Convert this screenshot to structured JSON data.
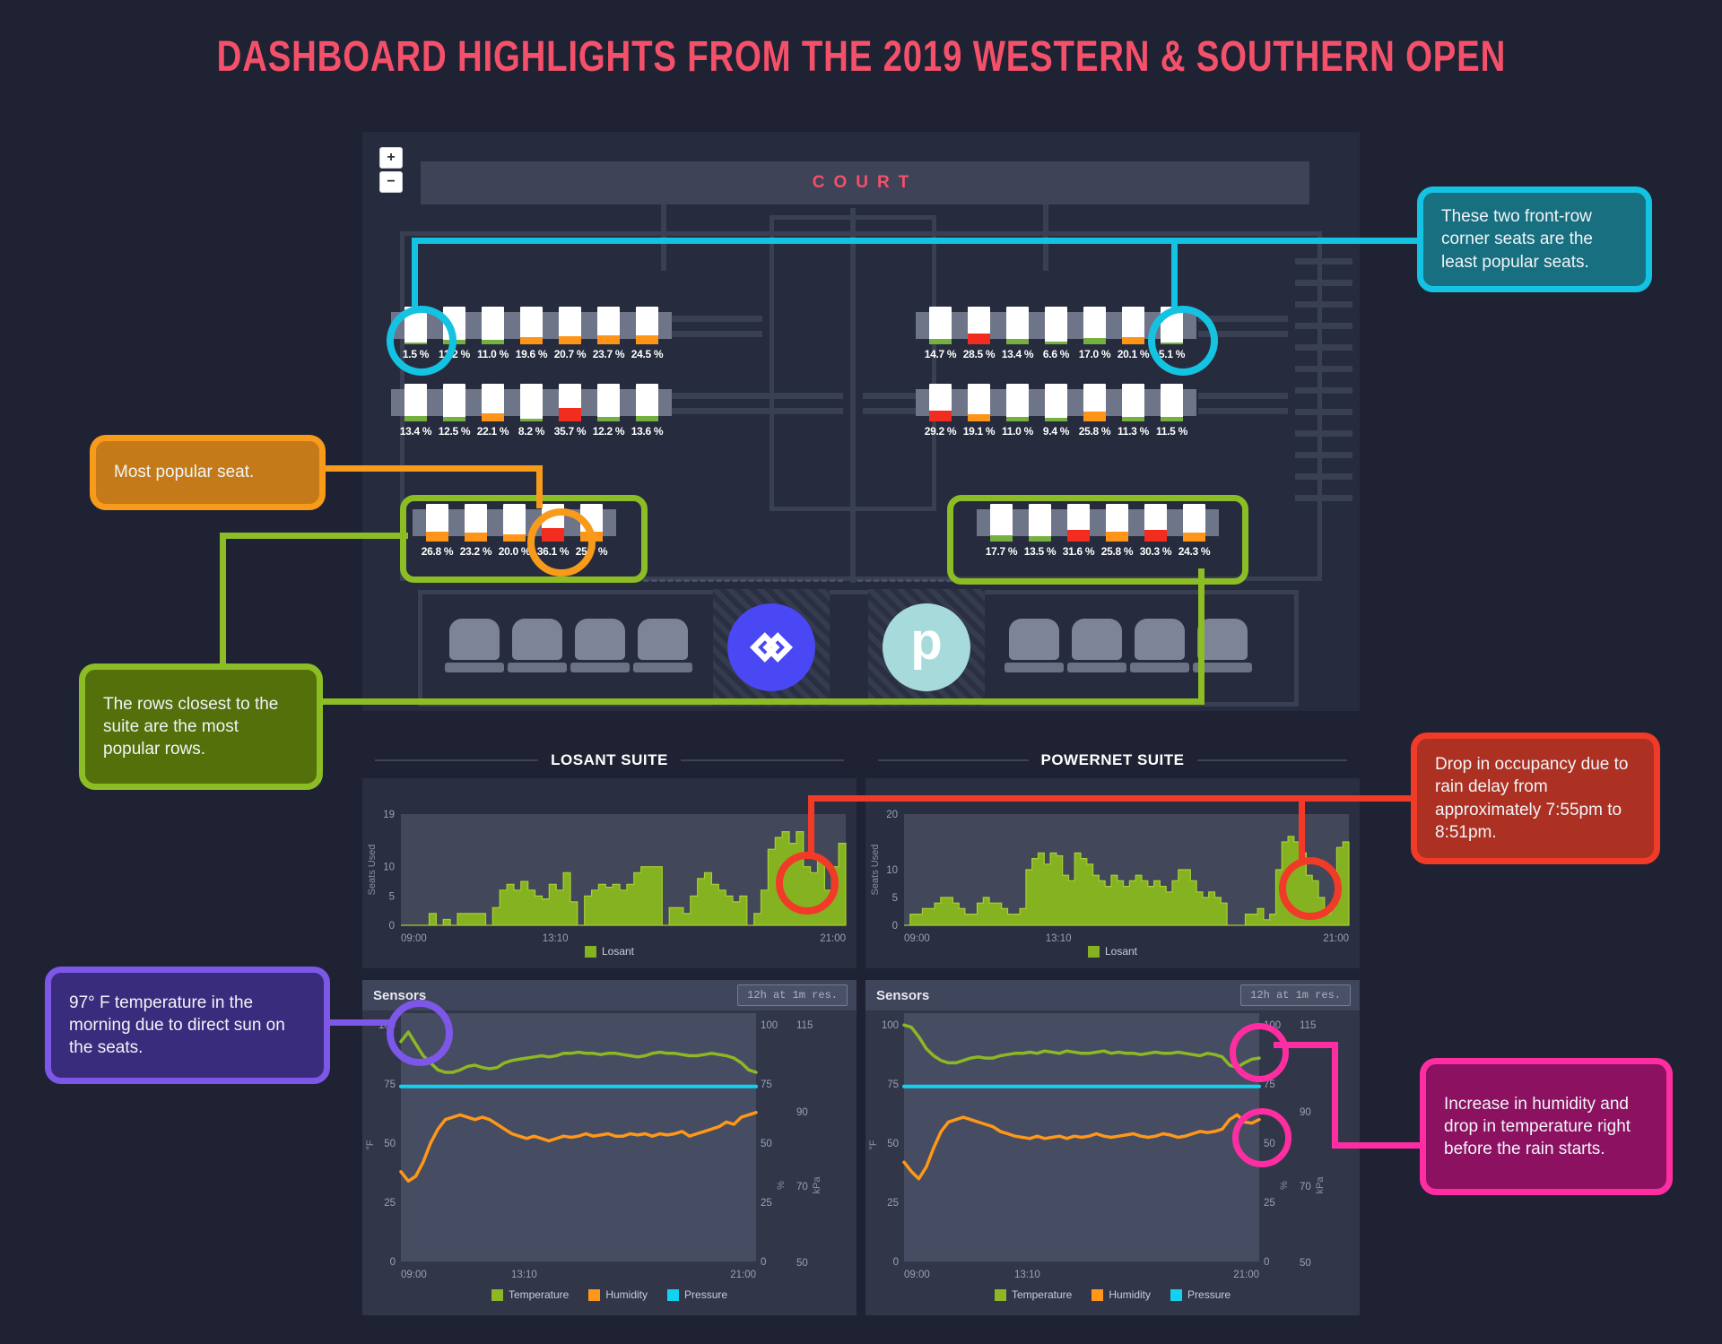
{
  "title": "DASHBOARD HIGHLIGHTS FROM THE 2019 WESTERN & SOUTHERN OPEN",
  "map": {
    "court_label": "COURT",
    "zoom_in": "+",
    "zoom_out": "−",
    "powernet_logo_letter": "p",
    "seat_rows": {
      "row1_left": [
        {
          "label": "1.5 %",
          "value": 1.5,
          "color": "green"
        },
        {
          "label": "11.2 %",
          "value": 11.2,
          "color": "green"
        },
        {
          "label": "11.0 %",
          "value": 11.0,
          "color": "green"
        },
        {
          "label": "19.6 %",
          "value": 19.6,
          "color": "orange"
        },
        {
          "label": "20.7 %",
          "value": 20.7,
          "color": "orange"
        },
        {
          "label": "23.7 %",
          "value": 23.7,
          "color": "orange"
        },
        {
          "label": "24.5 %",
          "value": 24.5,
          "color": "orange"
        }
      ],
      "row1_right": [
        {
          "label": "14.7 %",
          "value": 14.7,
          "color": "green"
        },
        {
          "label": "28.5 %",
          "value": 28.5,
          "color": "red"
        },
        {
          "label": "13.4 %",
          "value": 13.4,
          "color": "green"
        },
        {
          "label": "6.6 %",
          "value": 6.6,
          "color": "green"
        },
        {
          "label": "17.0 %",
          "value": 17.0,
          "color": "green"
        },
        {
          "label": "20.1 %",
          "value": 20.1,
          "color": "orange"
        },
        {
          "label": "5.1 %",
          "value": 5.1,
          "color": "green"
        }
      ],
      "row2_left": [
        {
          "label": "13.4 %",
          "value": 13.4,
          "color": "green"
        },
        {
          "label": "12.5 %",
          "value": 12.5,
          "color": "green"
        },
        {
          "label": "22.1 %",
          "value": 22.1,
          "color": "orange"
        },
        {
          "label": "8.2 %",
          "value": 8.2,
          "color": "green"
        },
        {
          "label": "35.7 %",
          "value": 35.7,
          "color": "red"
        },
        {
          "label": "12.2 %",
          "value": 12.2,
          "color": "green"
        },
        {
          "label": "13.6 %",
          "value": 13.6,
          "color": "green"
        }
      ],
      "row2_right": [
        {
          "label": "29.2 %",
          "value": 29.2,
          "color": "red"
        },
        {
          "label": "19.1 %",
          "value": 19.1,
          "color": "orange"
        },
        {
          "label": "11.0 %",
          "value": 11.0,
          "color": "green"
        },
        {
          "label": "9.4 %",
          "value": 9.4,
          "color": "green"
        },
        {
          "label": "25.8 %",
          "value": 25.8,
          "color": "orange"
        },
        {
          "label": "11.3 %",
          "value": 11.3,
          "color": "green"
        },
        {
          "label": "11.5 %",
          "value": 11.5,
          "color": "green"
        }
      ],
      "row3_left": [
        {
          "label": "26.8 %",
          "value": 26.8,
          "color": "orange"
        },
        {
          "label": "23.2 %",
          "value": 23.2,
          "color": "orange"
        },
        {
          "label": "20.0 %",
          "value": 20.0,
          "color": "orange"
        },
        {
          "label": "36.1 %",
          "value": 36.1,
          "color": "red"
        },
        {
          "label": "25.7 %",
          "value": 25.7,
          "color": "orange"
        }
      ],
      "row3_right": [
        {
          "label": "17.7 %",
          "value": 17.7,
          "color": "green"
        },
        {
          "label": "13.5 %",
          "value": 13.5,
          "color": "green"
        },
        {
          "label": "31.6 %",
          "value": 31.6,
          "color": "red"
        },
        {
          "label": "25.8 %",
          "value": 25.8,
          "color": "orange"
        },
        {
          "label": "30.3 %",
          "value": 30.3,
          "color": "red"
        },
        {
          "label": "24.3 %",
          "value": 24.3,
          "color": "orange"
        }
      ]
    }
  },
  "callouts": {
    "teal": {
      "text": "These two front-row corner seats are the least popular seats."
    },
    "orange": {
      "text": "Most popular seat."
    },
    "green": {
      "text": "The rows closest to the suite are the most popular rows."
    },
    "red": {
      "text": "Drop in occupancy due to rain delay from approximately 7:55pm to 8:51pm."
    },
    "purple": {
      "text": "97° F temperature in the morning due to direct sun on the seats."
    },
    "pink": {
      "text": "Increase in humidity and drop in temperature right before the rain starts."
    }
  },
  "suite_section": {
    "losant_title": "LOSANT SUITE",
    "powernet_title": "POWERNET SUITE"
  },
  "sensors_section": {
    "panel_title": "Sensors",
    "resolution_button": "12h at 1m res."
  },
  "colors": {
    "seat_green": "#76B041",
    "seat_orange": "#FF9518",
    "seat_red": "#F22C1E",
    "chart_green": "#85B220",
    "humidity_orange": "#FF9718",
    "pressure_cyan": "#12D2F0",
    "title_pink": "#F4506A"
  },
  "chart_data": [
    {
      "id": "losant_occupancy",
      "type": "area",
      "title": "LOSANT SUITE",
      "ylabel": "Seats Used",
      "x_ticks": [
        "09:00",
        "13:10",
        "21:00"
      ],
      "y_ticks": [
        0,
        5,
        10,
        19
      ],
      "ylim": [
        0,
        19
      ],
      "legend": [
        "Losant"
      ],
      "values": [
        0,
        0,
        0,
        0,
        2,
        0,
        1,
        0,
        2,
        2,
        2,
        2,
        0,
        3,
        6,
        7,
        6,
        7.5,
        6,
        5,
        4.5,
        7,
        6,
        9,
        4,
        0,
        5,
        6,
        7,
        6.5,
        7,
        6,
        7,
        9,
        10,
        10,
        10,
        0,
        3,
        3,
        2,
        5,
        8,
        9,
        7,
        6,
        5,
        4,
        5,
        0,
        2,
        6,
        13,
        15,
        16,
        14,
        16,
        10,
        9,
        11,
        6,
        10,
        14
      ]
    },
    {
      "id": "powernet_occupancy",
      "type": "area",
      "title": "POWERNET SUITE",
      "ylabel": "Seats Used",
      "x_ticks": [
        "09:00",
        "13:10",
        "21:00"
      ],
      "y_ticks": [
        0,
        5,
        10,
        20
      ],
      "ylim": [
        0,
        20
      ],
      "legend": [
        "Losant"
      ],
      "values": [
        0,
        2,
        2,
        3,
        3,
        4,
        5,
        5,
        4,
        3,
        2,
        2,
        4,
        5,
        4,
        4,
        3,
        2,
        2,
        3,
        10,
        12,
        13,
        11,
        13,
        12.5,
        9,
        8,
        13,
        12,
        11,
        9,
        8,
        7,
        9,
        8,
        7,
        8,
        9,
        8,
        7,
        8,
        7,
        6,
        8,
        10,
        10,
        8,
        6,
        5,
        6,
        5,
        4,
        0,
        0,
        0,
        2,
        2,
        3,
        1,
        2,
        10,
        15,
        16,
        15,
        13,
        9,
        8,
        5,
        2,
        4,
        14,
        15
      ]
    },
    {
      "id": "losant_sensors",
      "type": "line",
      "title": "Sensors",
      "x_ticks": [
        "09:00",
        "13:10",
        "21:00"
      ],
      "ylim": [
        0,
        105
      ],
      "axes": {
        "f_label": "°F",
        "f_ticks": [
          100,
          75,
          50,
          25,
          0
        ],
        "pct_label": "%",
        "pct_ticks": [
          100,
          75,
          50,
          25,
          0
        ],
        "kpa_label": "kPa",
        "kpa_ticks": [
          115,
          90,
          70,
          50
        ]
      },
      "series": [
        {
          "name": "Temperature",
          "color": "#8DB725",
          "values": [
            93,
            97,
            92,
            87,
            84,
            81,
            80,
            80,
            81,
            82.5,
            83,
            82,
            81.5,
            82,
            84,
            85,
            85.5,
            86,
            86.5,
            87,
            86.5,
            87,
            88,
            88,
            88.5,
            88,
            88,
            87.5,
            88,
            88,
            87.5,
            87,
            86.5,
            87,
            88,
            88.5,
            88,
            88,
            87.5,
            87,
            87,
            87.5,
            88,
            87.5,
            87,
            86,
            84,
            81,
            80
          ]
        },
        {
          "name": "Humidity",
          "color": "#FF9718",
          "values": [
            38,
            34,
            36,
            42,
            50,
            56,
            60,
            61,
            62,
            61,
            60,
            61,
            60,
            58,
            56,
            54,
            53,
            52,
            53,
            52,
            51,
            52,
            53,
            52.5,
            53,
            54,
            53,
            53.5,
            54,
            53,
            53,
            54,
            53.5,
            54,
            53,
            54,
            53.5,
            54,
            55,
            53,
            54,
            55,
            56,
            57,
            59,
            58,
            61,
            62,
            63
          ]
        },
        {
          "name": "Pressure",
          "color": "#12D2F0",
          "values": [
            74
          ]
        }
      ]
    },
    {
      "id": "powernet_sensors",
      "type": "line",
      "title": "Sensors",
      "x_ticks": [
        "09:00",
        "13:10",
        "21:00"
      ],
      "ylim": [
        0,
        105
      ],
      "axes": {
        "f_label": "°F",
        "f_ticks": [
          100,
          75,
          50,
          25,
          0
        ],
        "pct_label": "%",
        "pct_ticks": [
          100,
          75,
          50,
          25,
          0
        ],
        "kpa_label": "kPa",
        "kpa_ticks": [
          115,
          90,
          70,
          50
        ]
      },
      "series": [
        {
          "name": "Temperature",
          "color": "#8DB725",
          "values": [
            100,
            99,
            95,
            90,
            87,
            85,
            84,
            84,
            85,
            86,
            86.5,
            86,
            86,
            87,
            87.5,
            88,
            88,
            88.5,
            88,
            89,
            88.5,
            88,
            89,
            88.5,
            88,
            88,
            88.5,
            89,
            88,
            88.5,
            88,
            88,
            87.5,
            88,
            88.5,
            88,
            88,
            88.5,
            88,
            87.5,
            87,
            88,
            87.5,
            86.5,
            83,
            82,
            84,
            85.5,
            86
          ]
        },
        {
          "name": "Humidity",
          "color": "#FF9718",
          "values": [
            42,
            38,
            35,
            40,
            48,
            55,
            59,
            60,
            61,
            60,
            59,
            58,
            57,
            55,
            54,
            53,
            52.5,
            52,
            53,
            52,
            52.5,
            53,
            52,
            53,
            52.5,
            53,
            54,
            53,
            52.5,
            53,
            53.5,
            54,
            53,
            52.5,
            53,
            54,
            53.5,
            52.5,
            53,
            54,
            55,
            54.5,
            55,
            56,
            60,
            62,
            59,
            58.5,
            60
          ]
        },
        {
          "name": "Pressure",
          "color": "#12D2F0",
          "values": [
            74
          ]
        }
      ]
    }
  ]
}
